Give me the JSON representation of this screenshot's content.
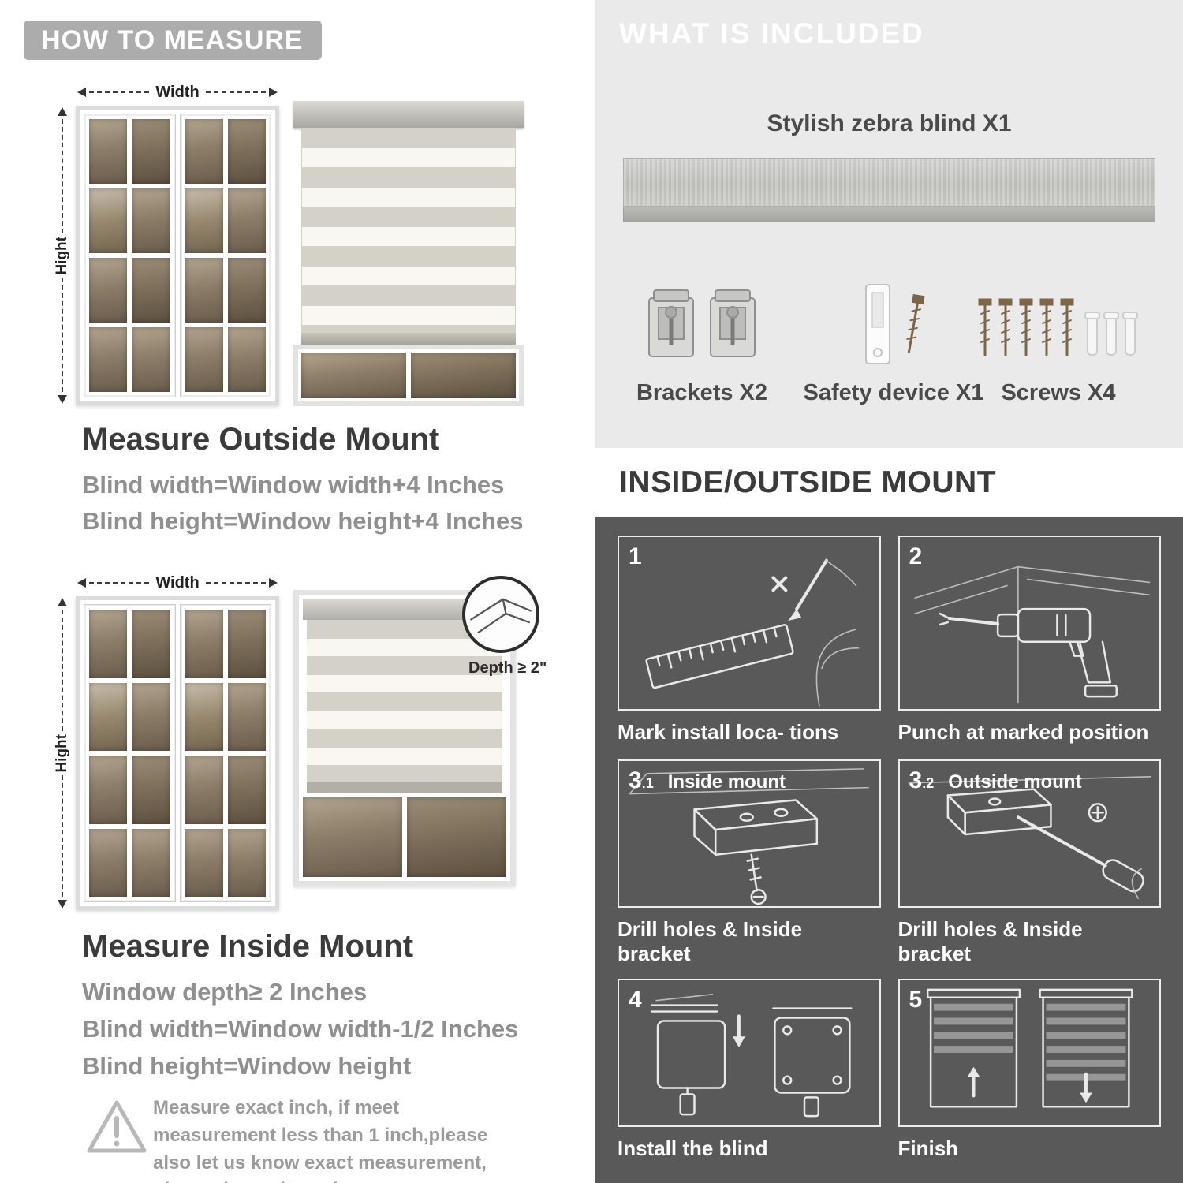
{
  "colors": {
    "header_badge": "#ACACAC",
    "included_panel_bg": "#EAEAEA",
    "mount_panel_bg": "#595959",
    "heading_text": "#3B3B3B",
    "body_gray_text": "#8F8F8F",
    "white": "#FFFFFF"
  },
  "measure": {
    "header": "HOW TO MEASURE",
    "labels": {
      "width": "Width",
      "height": "Hight",
      "depth": "Depth ≥ 2\""
    },
    "outside": {
      "heading": "Measure Outside Mount",
      "line1": "Blind width=Window width+4 Inches",
      "line2": "Blind height=Window height+4 Inches"
    },
    "inside": {
      "heading": "Measure Inside Mount",
      "line1": "Window depth≥ 2 Inches",
      "line2": "Blind width=Window width-1/2 Inches",
      "line3": "Blind height=Window height"
    },
    "warning": "Measure exact inch, if meet measurement less than 1 inch,please also let us know exact measurement, please do not leave it"
  },
  "included": {
    "header": "WHAT IS INCLUDED",
    "blind_label": "Stylish zebra blind X1",
    "items": [
      {
        "label": "Brackets X2"
      },
      {
        "label": "Safety device X1"
      },
      {
        "label": "Screws X4"
      }
    ]
  },
  "mount": {
    "header": "INSIDE/OUTSIDE MOUNT",
    "steps": [
      {
        "num": "1",
        "sub": "",
        "title": "",
        "caption": "Mark install loca- tions"
      },
      {
        "num": "2",
        "sub": "",
        "title": "",
        "caption": "Punch at  marked position"
      },
      {
        "num": "3",
        "sub": ".1",
        "title": "Inside mount",
        "caption": "Drill holes &  Inside bracket"
      },
      {
        "num": "3",
        "sub": ".2",
        "title": "Outside mount",
        "caption": "Drill holes &  Inside bracket"
      },
      {
        "num": "4",
        "sub": "",
        "title": "",
        "caption": "Install the blind"
      },
      {
        "num": "5",
        "sub": "",
        "title": "",
        "caption": "Finish"
      }
    ]
  }
}
